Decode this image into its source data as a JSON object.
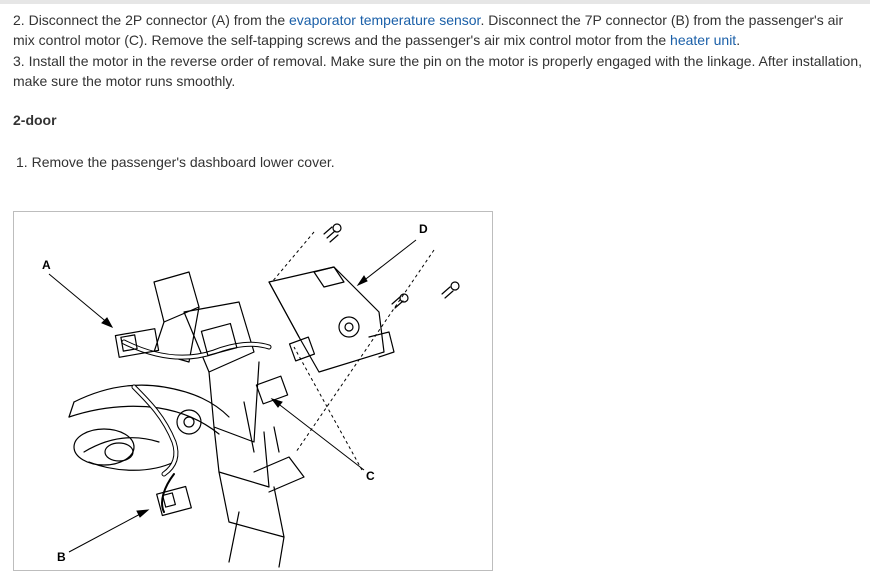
{
  "steps": {
    "step2_num": "2.",
    "step2_part1": " Disconnect the 2P connector (A) from the ",
    "step2_link1": "evaporator temperature sensor",
    "step2_part2": ". Disconnect the 7P connector (B) from the passenger's air mix control motor (C). Remove the self-tapping screws and the passenger's air mix control motor from the ",
    "step2_link2": "heater unit",
    "step2_part3": ".",
    "step3_num": "3.",
    "step3_text": " Install the motor in the reverse order of removal. Make sure the pin on the motor is properly engaged with the linkage. After installation, make sure the motor runs smoothly."
  },
  "section_heading": "2-door",
  "step1": {
    "num": "1.",
    "text": " Remove the passenger's dashboard lower cover."
  },
  "figure": {
    "labels": {
      "a": "A",
      "b": "B",
      "c": "C",
      "d": "D"
    }
  }
}
